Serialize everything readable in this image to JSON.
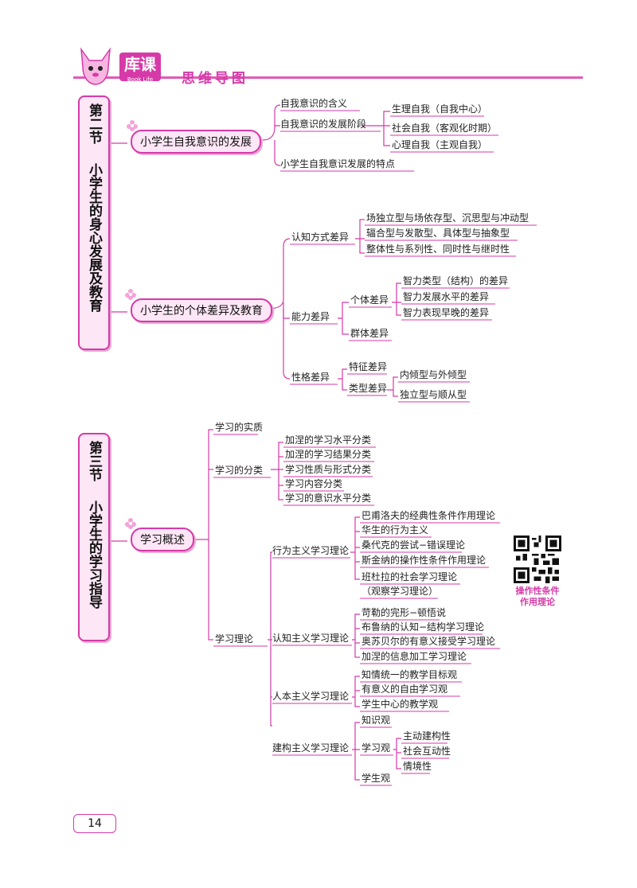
{
  "header": {
    "logo_text": "库课",
    "logo_sub": "Book Life",
    "title": "思维导图"
  },
  "section2": {
    "label_lines": [
      "第二节",
      "小学生的身心发展及教育"
    ],
    "node1": {
      "label": "小学生自我意识的发展",
      "items": [
        "自我意识的含义",
        "自我意识的发展阶段",
        "小学生自我意识发展的特点"
      ],
      "stages": [
        "生理自我（自我中心）",
        "社会自我（客观化时期）",
        "心理自我（主观自我）"
      ]
    },
    "node2": {
      "label": "小学生的个体差异及教育",
      "cognitive": {
        "label": "认知方式差异",
        "items": [
          "场独立型与场依存型、沉思型与冲动型",
          "辐合型与发散型、具体型与抽象型",
          "整体性与系列性、同时性与继时性"
        ]
      },
      "ability": {
        "label": "能力差异",
        "individual": "个体差异",
        "individual_items": [
          "智力类型（结构）的差异",
          "智力发展水平的差异",
          "智力表现早晚的差异"
        ],
        "group": "群体差异"
      },
      "personality": {
        "label": "性格差异",
        "trait": "特征差异",
        "type": "类型差异",
        "type_items": [
          "内倾型与外倾型",
          "独立型与顺从型"
        ]
      }
    }
  },
  "section3": {
    "label_lines": [
      "第三节",
      "小学生的学习指导"
    ],
    "node": {
      "label": "学习概述",
      "essence": "学习的实质",
      "classification": {
        "label": "学习的分类",
        "items": [
          "加涅的学习水平分类",
          "加涅的学习结果分类",
          "学习性质与形式分类",
          "学习内容分类",
          "学习的意识水平分类"
        ]
      },
      "theory": {
        "label": "学习理论",
        "behaviorism": {
          "label": "行为主义学习理论",
          "items": [
            "巴甫洛夫的经典性条件作用理论",
            "华生的行为主义",
            "桑代克的尝试−错误理论",
            "斯金纳的操作性条件作用理论",
            "班杜拉的社会学习理论",
            "（观察学习理论）"
          ]
        },
        "cognitivism": {
          "label": "认知主义学习理论",
          "items": [
            "苛勒的完形−顿悟说",
            "布鲁纳的认知−结构学习理论",
            "奥苏贝尔的有意义接受学习理论",
            "加涅的信息加工学习理论"
          ]
        },
        "humanism": {
          "label": "人本主义学习理论",
          "items": [
            "知情统一的教学目标观",
            "有意义的自由学习观",
            "学生中心的教学观"
          ]
        },
        "constructivism": {
          "label": "建构主义学习理论",
          "knowledge": "知识观",
          "learning": "学习观",
          "learning_items": [
            "主动建构性",
            "社会互动性",
            "情境性"
          ],
          "student": "学生观"
        }
      }
    }
  },
  "qr": {
    "caption_lines": [
      "操作性条件",
      "作用理论"
    ]
  },
  "page_number": "14",
  "colors": {
    "accent": "#d63aa8",
    "pill_bg": "#fde6f6"
  }
}
